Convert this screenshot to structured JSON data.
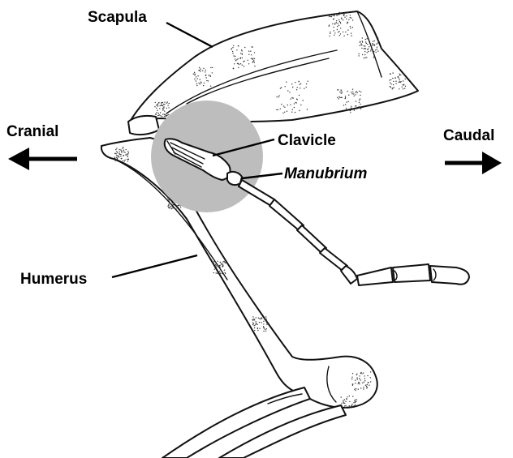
{
  "labels": {
    "scapula": "Scapula",
    "cranial": "Cranial",
    "caudal": "Caudal",
    "clavicle": "Clavicle",
    "manubrium": "Manubrium",
    "humerus": "Humerus"
  },
  "icons": {
    "cranial_arrow": "arrow-left",
    "caudal_arrow": "arrow-right"
  },
  "colors": {
    "highlight_circle": "#bdbdbd",
    "ink": "#000000"
  }
}
